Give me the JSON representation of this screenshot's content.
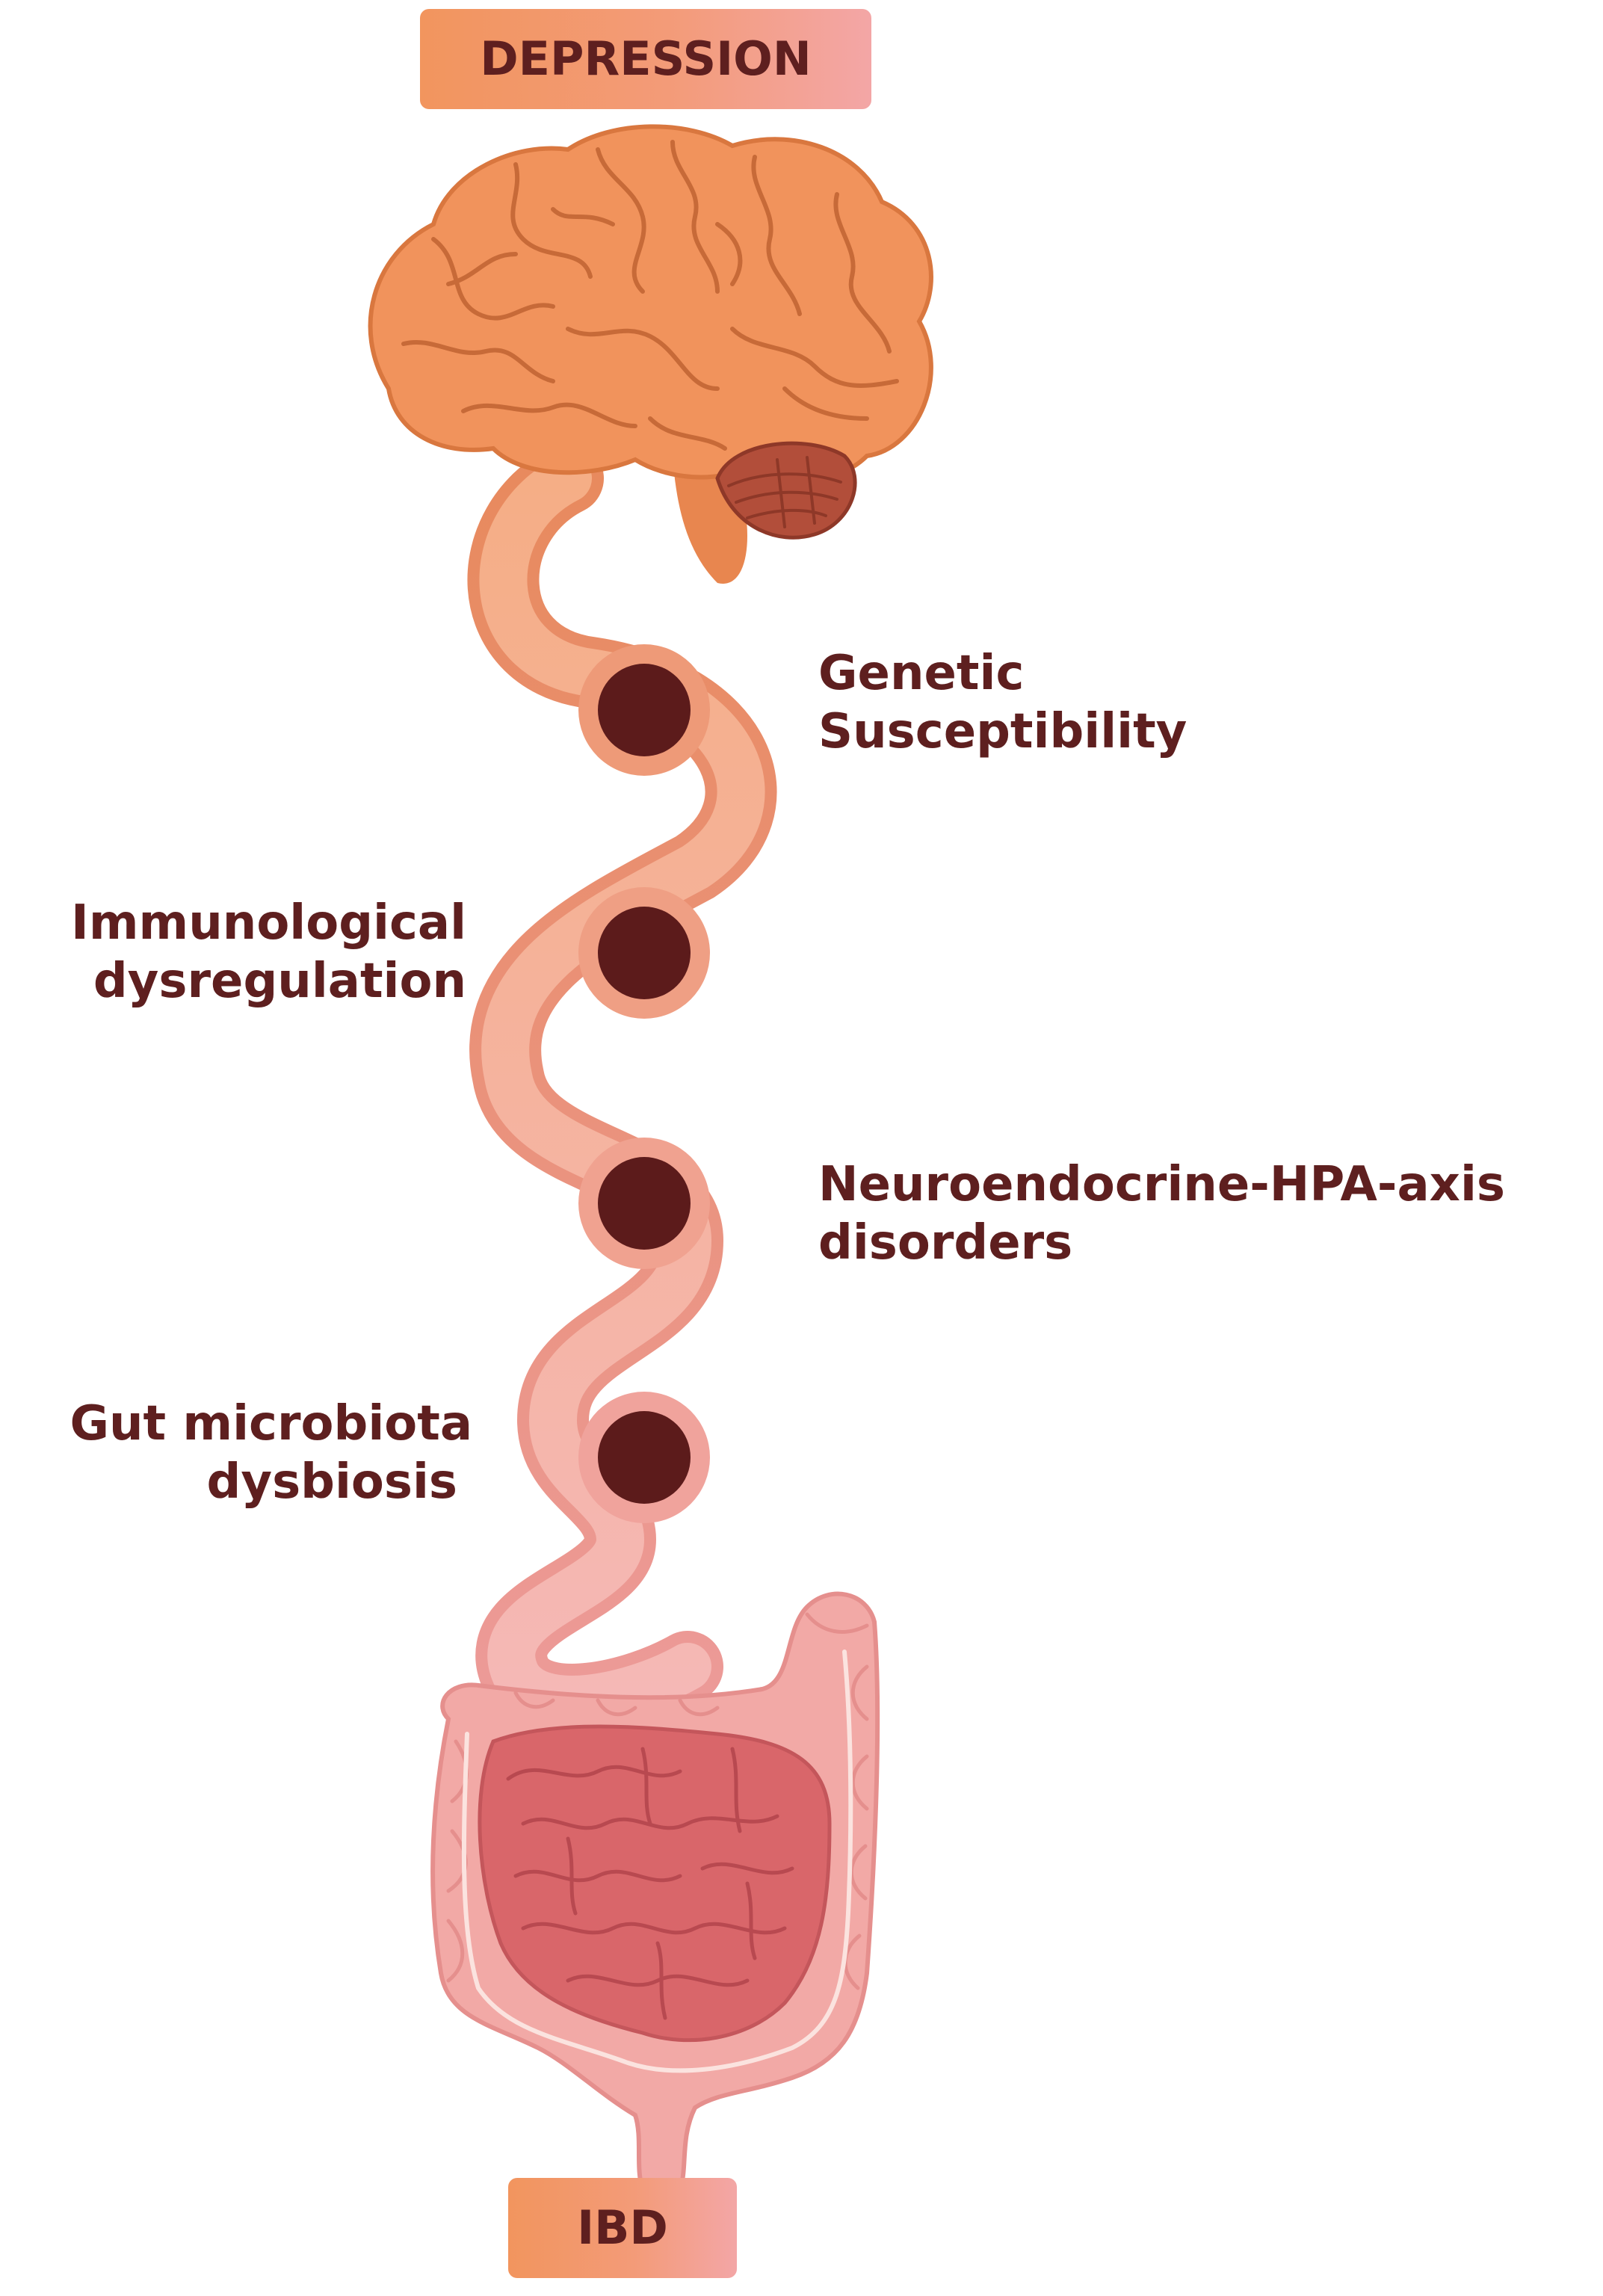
{
  "top_label": "DEPRESSION",
  "bottom_label": "IBD",
  "factors": [
    {
      "line1": "Genetic",
      "line2": "Susceptibility"
    },
    {
      "line1": "Immunological",
      "line2": "dysregulation"
    },
    {
      "line1": "Neuroendocrine-HPA-axis",
      "line2": "disorders"
    },
    {
      "line1": "Gut microbiota",
      "line2": "dysbiosis"
    }
  ],
  "colors": {
    "label_text": "#5e1f1f",
    "pill_left": "#f2955e",
    "pill_right": "#f3a6a6",
    "brain": "#f1935c",
    "brain_line": "#c76a38",
    "cerebellum": "#b24e3a",
    "path_outer": "#e88d6f",
    "path_inner": "#f4b493",
    "node_dot": "#5c1b1b",
    "gut_outer": "#f2a9a6",
    "gut_inner": "#d9666a",
    "gut_line": "#b84950"
  }
}
